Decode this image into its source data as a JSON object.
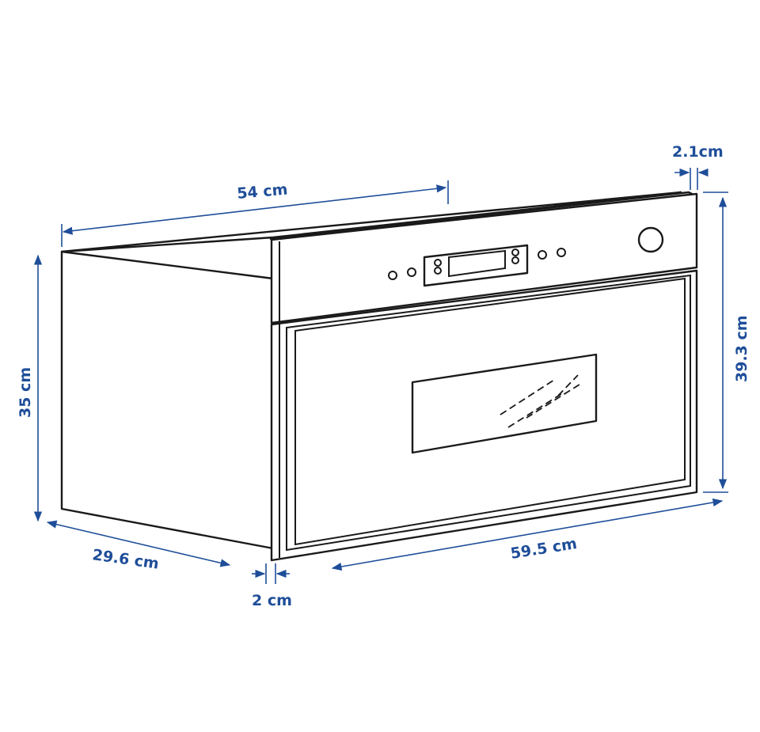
{
  "colors": {
    "dimension": "#1f4e99",
    "outline": "#1a1a1a",
    "background": "#ffffff"
  },
  "dimensions": {
    "depth_top": "54 cm",
    "door_thickness": "2.1cm",
    "height_body": "35 cm",
    "height_front": "39.3 cm",
    "depth_bottom": "29.6 cm",
    "frame_offset": "2 cm",
    "width_front": "59.5 cm"
  },
  "appliance": {
    "type": "built-in microwave oven",
    "controls": [
      "knob-icon",
      "display-icon",
      "button-icon"
    ]
  }
}
